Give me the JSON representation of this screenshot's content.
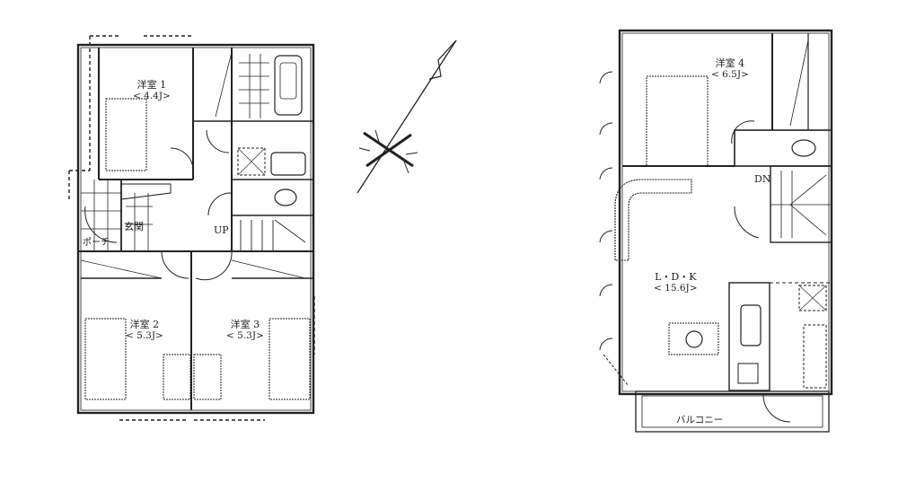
{
  "floor1": {
    "rooms": [
      {
        "name": "洋室 1",
        "size": "< 4.4J>"
      },
      {
        "name": "洋室 2",
        "size": "< 5.3J>"
      },
      {
        "name": "洋室 3",
        "size": "< 5.3J>"
      }
    ],
    "entrance": "玄関",
    "porch": "ポーチ",
    "stairs": "UP"
  },
  "floor2": {
    "rooms": [
      {
        "name": "洋室 4",
        "size": "< 6.5J>"
      },
      {
        "name": "L・D・K",
        "size": "< 15.6J>"
      }
    ],
    "stairs": "DN",
    "balcony": "バルコニー"
  },
  "compass": {
    "icon": "north-arrow-icon"
  },
  "colors": {
    "line": "#222222",
    "background": "#ffffff"
  }
}
